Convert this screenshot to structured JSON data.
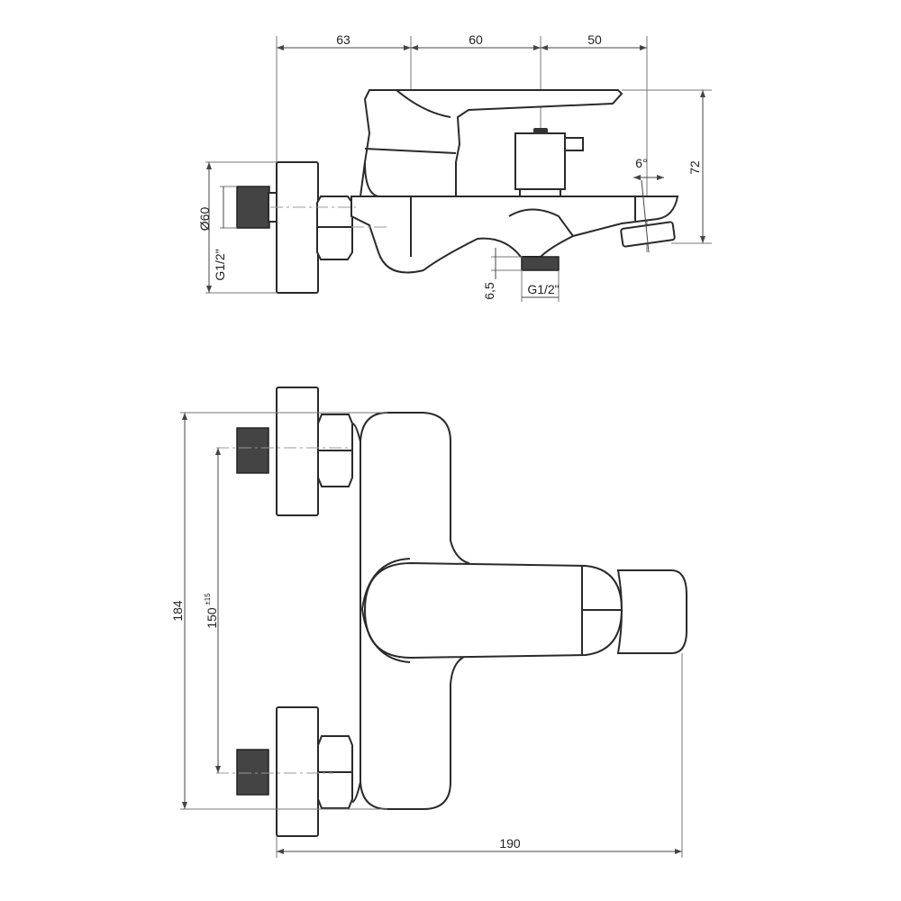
{
  "side_view": {
    "dim_63": "63",
    "dim_60": "60",
    "dim_50": "50",
    "dim_72": "72",
    "angle_6": "6°",
    "flange_diameter": "Ø60",
    "inlet_thread": "G1/2\"",
    "outlet_depth": "6,5",
    "outlet_thread": "G1/2\""
  },
  "top_view": {
    "dim_184": "184",
    "dim_150": "150",
    "dim_150_tolerance": "±15",
    "dim_190": "190"
  },
  "colors": {
    "line": "#2a2a2a",
    "thread": "#444444"
  }
}
